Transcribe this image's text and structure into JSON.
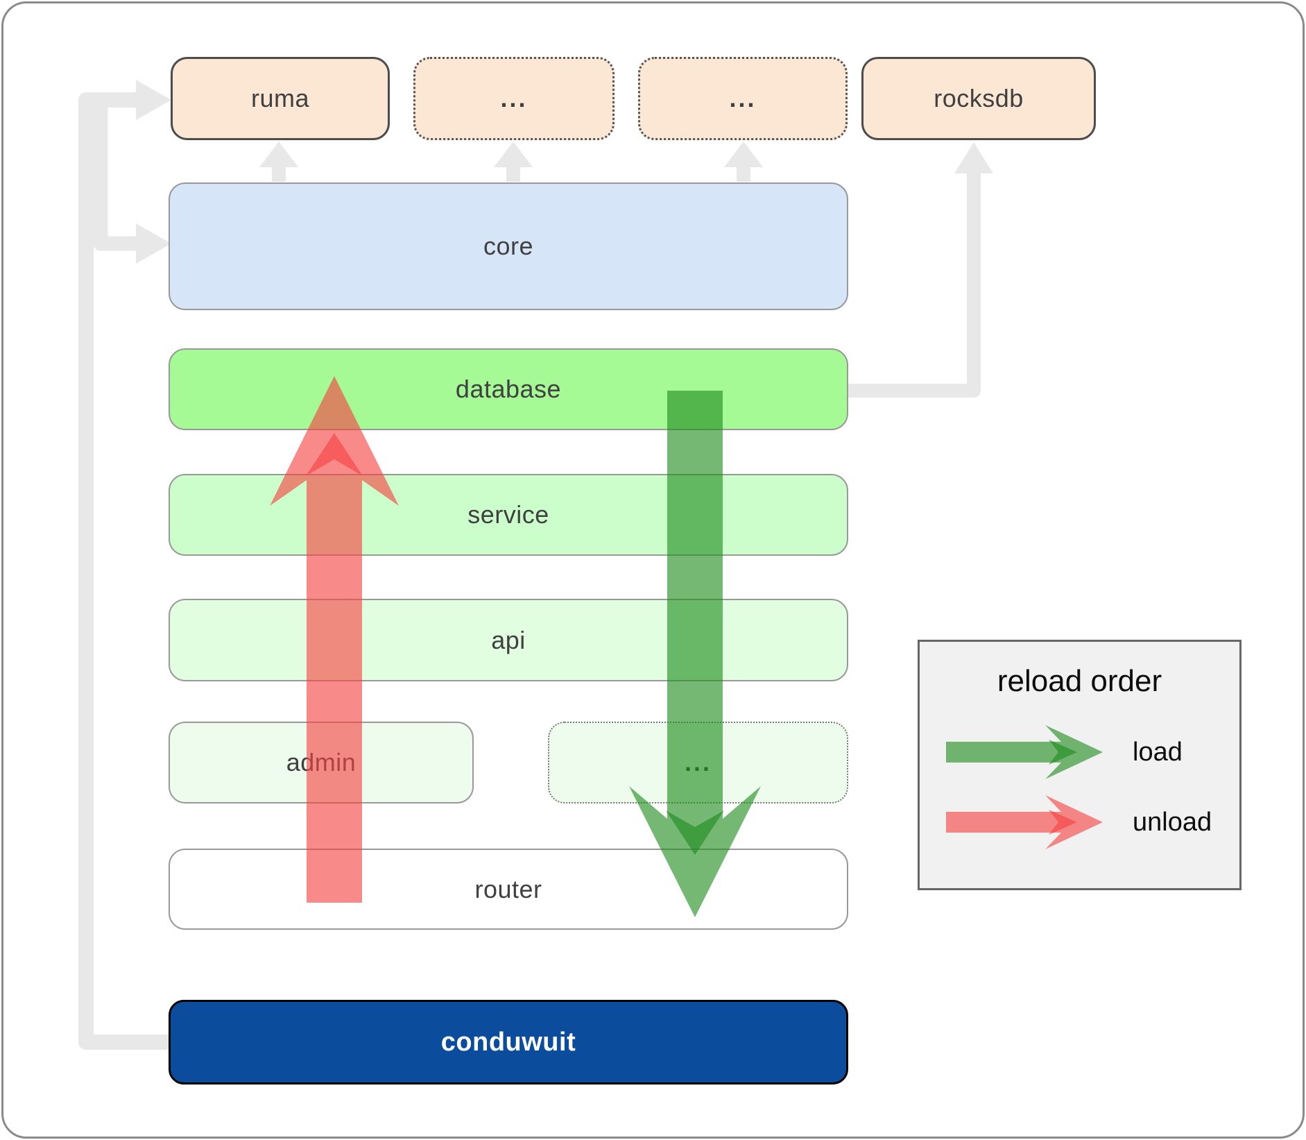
{
  "nodes": {
    "ruma": "ruma",
    "ellipsis_1": "...",
    "ellipsis_2": "...",
    "rocksdb": "rocksdb",
    "core": "core",
    "database": "database",
    "service": "service",
    "api": "api",
    "admin": "admin",
    "ellipsis_3": "...",
    "router": "router",
    "conduwuit": "conduwuit"
  },
  "legend": {
    "title": "reload order",
    "load_label": "load",
    "unload_label": "unload"
  },
  "colors": {
    "load": "#1e8c1e",
    "unload": "#f54242",
    "connector": "#e8e8e8",
    "dependency_fill": "#fce7d5",
    "dependency_border": "#4d4d4d",
    "core_fill": "#d6e6f8",
    "database_fill": "#a5fa96",
    "service_fill": "#ccfecb",
    "api_fill": "#e2fee0",
    "admin_fill": "#edfcec",
    "router_fill": "#ffffff",
    "brand_fill": "#0b4d9c",
    "label": "#404040",
    "legend_bg": "#f1f1f1"
  }
}
